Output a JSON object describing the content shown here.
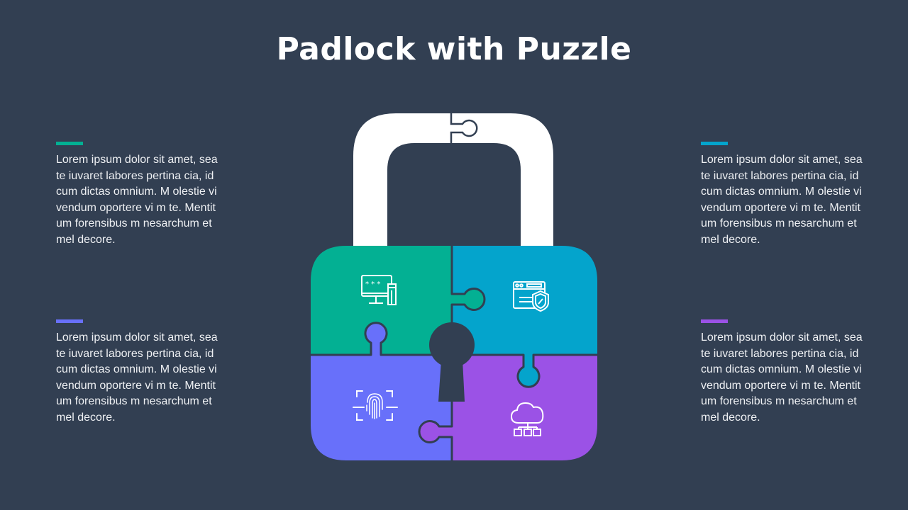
{
  "title": "Padlock with Puzzle",
  "colors": {
    "background": "#323f52",
    "shackle": "#ffffff",
    "green": "#03b093",
    "teal": "#04a4cc",
    "blue": "#6870fa",
    "purple": "#9b52e6",
    "outline": "#323f52"
  },
  "blocks": [
    {
      "position": "top-left",
      "accent": "#03b093",
      "text": "Lorem ipsum dolor sit amet, sea te iuvaret labores pertina cia, id cum dictas omnium. M olestie vivendum oportere vi m te. Mentitum forensibus m nesarchum et mel decore."
    },
    {
      "position": "top-right",
      "accent": "#04a4cc",
      "text": "Lorem ipsum dolor sit amet, sea te iuvaret labores pertina cia, id cum dictas omnium. M olestie vivendum oportere vi m te. Mentitum forensibus m nesarchum et mel decore."
    },
    {
      "position": "bottom-left",
      "accent": "#6870fa",
      "text": "Lorem ipsum dolor sit amet, sea te iuvaret labores pertina cia, id cum dictas omnium. M olestie vivendum oportere vi m te. Mentitum forensibus m nesarchum et mel decore."
    },
    {
      "position": "bottom-right",
      "accent": "#9b52e6",
      "text": "Lorem ipsum dolor sit amet, sea te iuvaret labores pertina cia, id cum dictas omnium. M olestie vivendum oportere vi m te. Mentitum forensibus m nesarchum et mel decore."
    }
  ],
  "padlock": {
    "pieces": [
      {
        "name": "top-left",
        "color": "#03b093",
        "icon": "computer-password-icon"
      },
      {
        "name": "top-right",
        "color": "#04a4cc",
        "icon": "browser-shield-icon"
      },
      {
        "name": "bottom-left",
        "color": "#6870fa",
        "icon": "fingerprint-scan-icon"
      },
      {
        "name": "bottom-right",
        "color": "#9b52e6",
        "icon": "cloud-network-icon"
      }
    ],
    "keyhole": "keyhole-icon"
  }
}
